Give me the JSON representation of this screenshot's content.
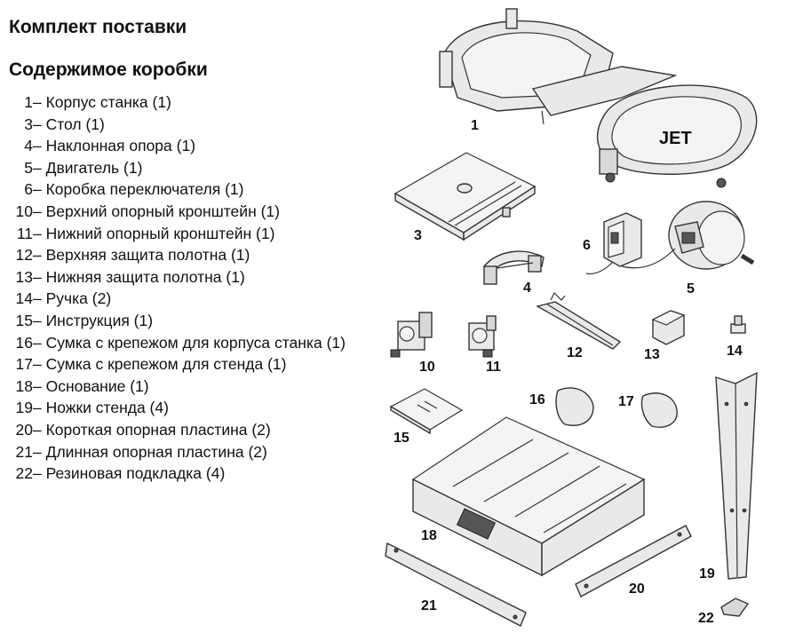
{
  "header": {
    "title": "Комплект поставки",
    "subtitle": "Содержимое коробки"
  },
  "items": [
    {
      "num": "1",
      "text": "– Корпус станка (1)"
    },
    {
      "num": "3",
      "text": "– Стол (1)"
    },
    {
      "num": "4",
      "text": "– Наклонная опора (1)"
    },
    {
      "num": "5",
      "text": "– Двигатель (1)"
    },
    {
      "num": "6",
      "text": "– Коробка переключателя (1)"
    },
    {
      "num": "10",
      "text": "– Верхний опорный кронштейн (1)"
    },
    {
      "num": "11",
      "text": "– Нижний опорный кронштейн (1)"
    },
    {
      "num": "12",
      "text": "– Верхняя защита полотна (1)"
    },
    {
      "num": "13",
      "text": "– Нижняя защита полотна (1)"
    },
    {
      "num": "14",
      "text": "– Ручка (2)"
    },
    {
      "num": "15",
      "text": "– Инструкция  (1)"
    },
    {
      "num": "16",
      "text": "– Сумка с крепежом для корпуса станка (1)"
    },
    {
      "num": "17",
      "text": "– Сумка с крепежом для стенда (1)"
    },
    {
      "num": "18",
      "text": "– Основание (1)"
    },
    {
      "num": "19",
      "text": "– Ножки стенда (4)"
    },
    {
      "num": "20",
      "text": "– Короткая опорная пластина (2)"
    },
    {
      "num": "21",
      "text": "– Длинная опорная пластина (2)"
    },
    {
      "num": "22",
      "text": "– Резиновая подкладка (4)"
    }
  ],
  "callouts": {
    "c1": "1",
    "c3": "3",
    "c4": "4",
    "c5": "5",
    "c6": "6",
    "c10": "10",
    "c11": "11",
    "c12": "12",
    "c13": "13",
    "c14": "14",
    "c15": "15",
    "c16": "16",
    "c17": "17",
    "c18": "18",
    "c19": "19",
    "c20": "20",
    "c21": "21",
    "c22": "22"
  },
  "brand_mark": "JET"
}
